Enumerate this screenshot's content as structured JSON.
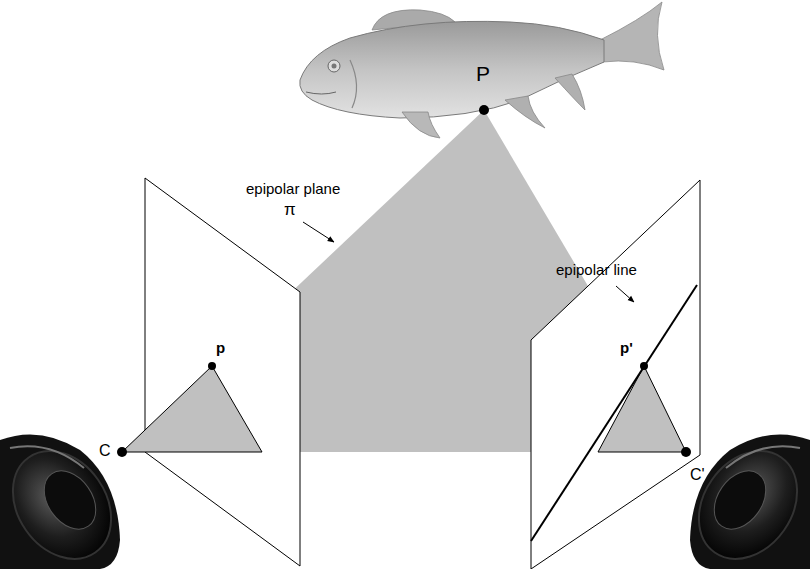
{
  "diagram": {
    "labels": [
      "P",
      "epipolar plane",
      "π",
      "epipolar line",
      "p",
      "p'",
      "C",
      "C'"
    ]
  }
}
